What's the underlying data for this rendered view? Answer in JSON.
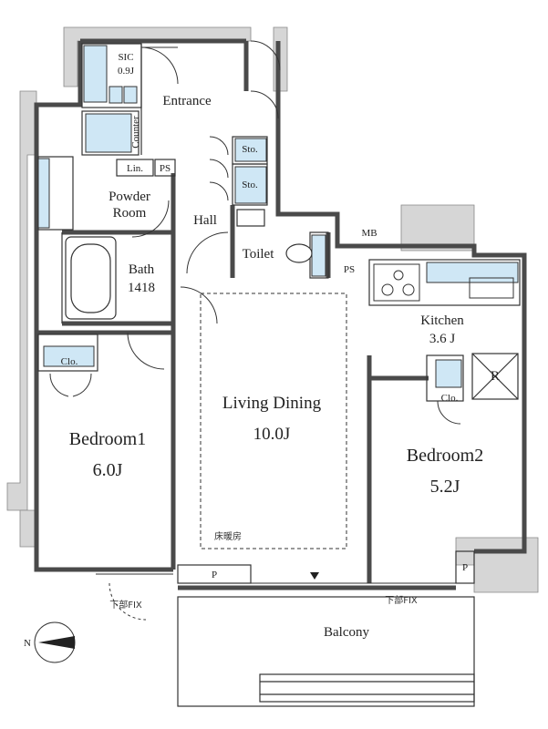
{
  "rooms": {
    "sic": {
      "name": "SIC",
      "size": "0.9J"
    },
    "entrance": "Entrance",
    "counter": "Counter",
    "lin": "Lin.",
    "ps_top": "PS",
    "sto1": "Sto.",
    "sto2": "Sto.",
    "powder": {
      "line1": "Powder",
      "line2": "Room"
    },
    "hall": "Hall",
    "toilet": "Toilet",
    "mb": "MB",
    "ps_kitchen": "PS",
    "bath": {
      "name": "Bath",
      "size": "1418"
    },
    "kitchen": {
      "name": "Kitchen",
      "size": "3.6 J"
    },
    "refrigerator": "R",
    "clo_bedroom2": "Clo.",
    "clo_bedroom1": "Clo.",
    "living": {
      "name": "Living Dining",
      "size": "10.0J"
    },
    "floor_heating": "床暖房",
    "bedroom1": {
      "name": "Bedroom1",
      "size": "6.0J"
    },
    "bedroom2": {
      "name": "Bedroom2",
      "size": "5.2J"
    },
    "p_left": "P",
    "p_right": "P",
    "fix_left": "下部FIX",
    "fix_right": "下部FIX",
    "balcony": "Balcony",
    "compass": "N"
  },
  "colors": {
    "wall": "#4a4a4a",
    "outer_gray": "#d4d4d4",
    "storage_blue": "#cfe7f5",
    "line": "#333333"
  }
}
